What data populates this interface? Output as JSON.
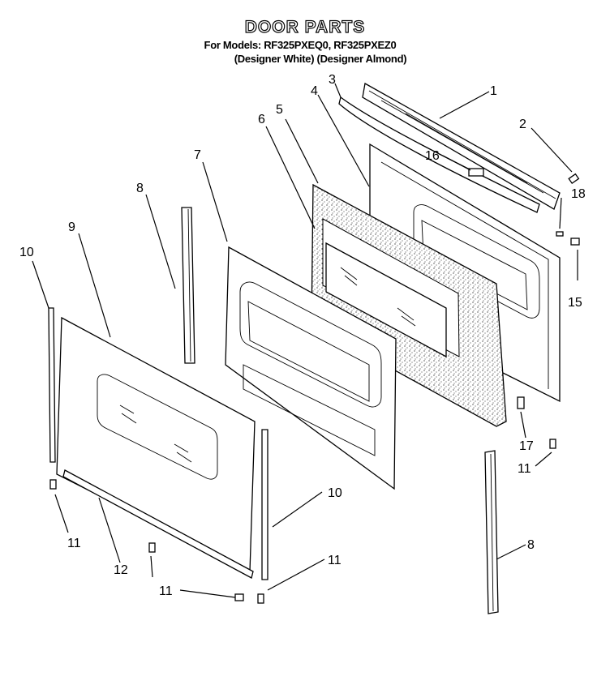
{
  "header": {
    "title": "DOOR PARTS",
    "models": "For Models: RF325PXEQ0, RF325PXEZ0",
    "colors": "(Designer White) (Designer Almond)"
  },
  "callouts": [
    "1",
    "2",
    "3",
    "4",
    "5",
    "6",
    "7",
    "8",
    "9",
    "10",
    "10",
    "11",
    "11",
    "11",
    "11",
    "12",
    "15",
    "16",
    "17",
    "18",
    "8"
  ]
}
